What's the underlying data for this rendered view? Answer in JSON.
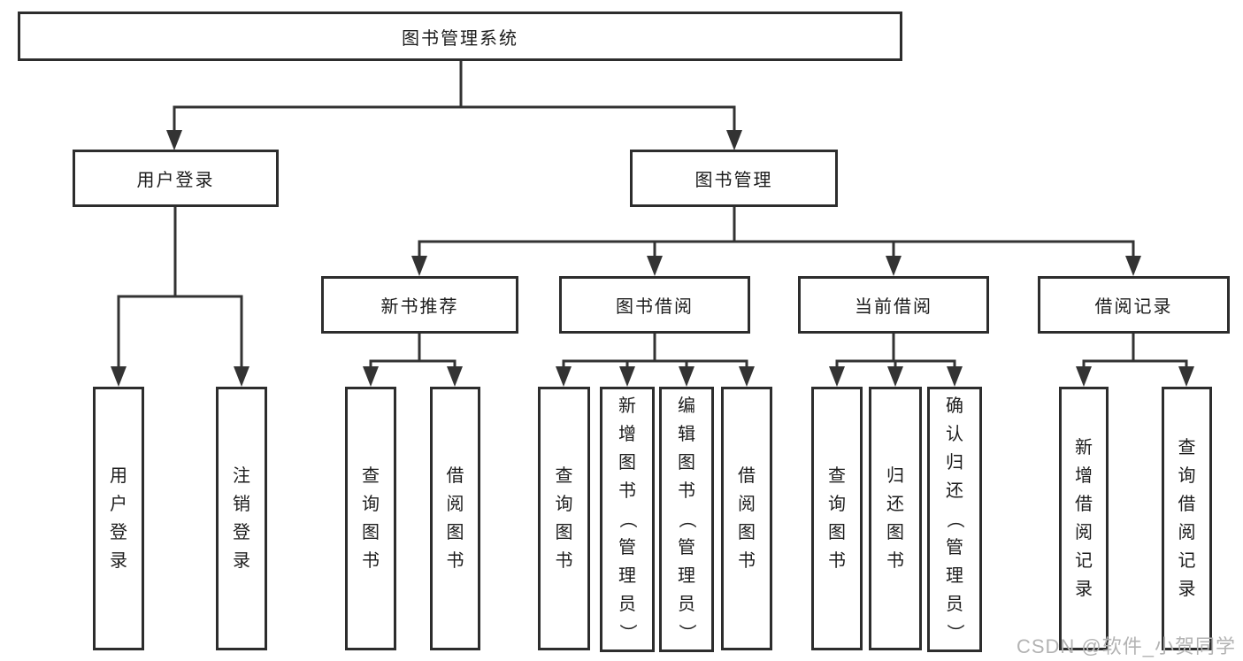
{
  "diagram": {
    "root": {
      "label": "图书管理系统"
    },
    "branches": [
      {
        "label": "用户登录",
        "children": [
          {
            "label": "用户登录"
          },
          {
            "label": "注销登录"
          }
        ]
      },
      {
        "label": "图书管理",
        "children": [
          {
            "label": "新书推荐",
            "children": [
              {
                "label": "查询图书"
              },
              {
                "label": "借阅图书"
              }
            ]
          },
          {
            "label": "图书借阅",
            "children": [
              {
                "label": "查询图书"
              },
              {
                "label": "新增图书（管理员）"
              },
              {
                "label": "编辑图书（管理员）"
              },
              {
                "label": "借阅图书"
              }
            ]
          },
          {
            "label": "当前借阅",
            "children": [
              {
                "label": "查询图书"
              },
              {
                "label": "归还图书"
              },
              {
                "label": "确认归还（管理员）"
              }
            ]
          },
          {
            "label": "借阅记录",
            "children": [
              {
                "label": "新增借阅记录"
              },
              {
                "label": "查询借阅记录"
              }
            ]
          }
        ]
      }
    ]
  },
  "watermark": {
    "text": "CSDN @软件_小贺同学"
  },
  "colors": {
    "line": "#333333",
    "border": "#2d2d2d",
    "text": "#1c1c1c",
    "background": "#ffffff",
    "watermark": "#b3b3b3"
  }
}
